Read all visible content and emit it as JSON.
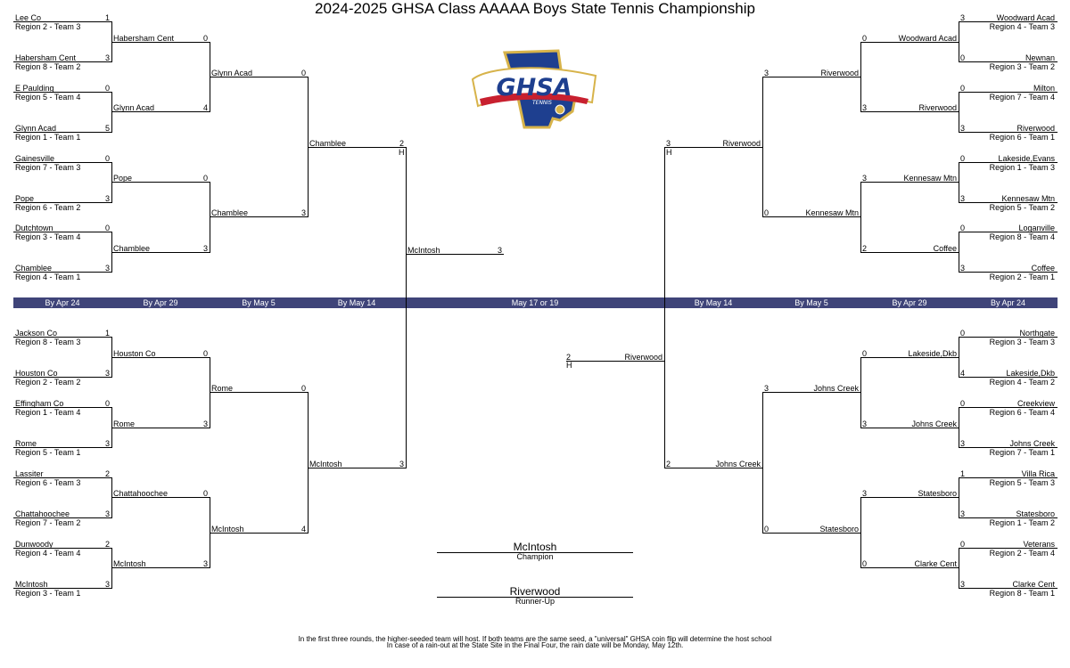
{
  "title": "2024-2025 GHSA Class AAAAA Boys State Tennis Championship",
  "logo": {
    "main": "GHSA",
    "sub": "TENNIS"
  },
  "rounds": [
    "By Apr 24",
    "By Apr 29",
    "By May 5",
    "By May 14",
    "May 17 or 19",
    "By May 14",
    "By May 5",
    "By Apr 29",
    "By Apr 24"
  ],
  "first_round": {
    "top_left": [
      {
        "name": "Lee Co",
        "region": "Region 2 -  Team 3",
        "score": "1"
      },
      {
        "name": "Habersham Cent",
        "region": "Region 8 -  Team 2",
        "score": "3"
      },
      {
        "name": "E Paulding",
        "region": "Region 5 -  Team 4",
        "score": "0"
      },
      {
        "name": "Glynn Acad",
        "region": "Region 1 -  Team 1",
        "score": "5"
      },
      {
        "name": "Gainesville",
        "region": "Region 7 -  Team 3",
        "score": "0"
      },
      {
        "name": "Pope",
        "region": "Region 6 -  Team 2",
        "score": "3"
      },
      {
        "name": "Dutchtown",
        "region": "Region 3 -  Team 4",
        "score": "0"
      },
      {
        "name": "Chamblee",
        "region": "Region 4 -  Team 1",
        "score": "3"
      }
    ],
    "bottom_left": [
      {
        "name": "Jackson Co",
        "region": "Region 8 -  Team 3",
        "score": "1"
      },
      {
        "name": "Houston Co",
        "region": "Region 2 -  Team 2",
        "score": "3"
      },
      {
        "name": "Effingham Co",
        "region": "Region 1 -  Team 4",
        "score": "0"
      },
      {
        "name": "Rome",
        "region": "Region 5 -  Team 1",
        "score": "3"
      },
      {
        "name": "Lassiter",
        "region": "Region 6 -  Team 3",
        "score": "2"
      },
      {
        "name": "Chattahoochee",
        "region": "Region 7 -  Team 2",
        "score": "3"
      },
      {
        "name": "Dunwoody",
        "region": "Region 4 -  Team 4",
        "score": "2"
      },
      {
        "name": "McIntosh",
        "region": "Region 3 -  Team 1",
        "score": "3"
      }
    ],
    "top_right": [
      {
        "name": "Woodward Acad",
        "region": "Region 4 -  Team 3",
        "score": "3"
      },
      {
        "name": "Newnan",
        "region": "Region 3 -  Team 2",
        "score": "0"
      },
      {
        "name": "Milton",
        "region": "Region 7 -  Team 4",
        "score": "0"
      },
      {
        "name": "Riverwood",
        "region": "Region 6 -  Team 1",
        "score": "3"
      },
      {
        "name": "Lakeside,Evans",
        "region": "Region 1 -  Team 3",
        "score": "0"
      },
      {
        "name": "Kennesaw Mtn",
        "region": "Region 5 -  Team 2",
        "score": "3"
      },
      {
        "name": "Loganville",
        "region": "Region 8 -  Team 4",
        "score": "0"
      },
      {
        "name": "Coffee",
        "region": "Region 2 -  Team 1",
        "score": "3"
      }
    ],
    "bottom_right": [
      {
        "name": "Northgate",
        "region": "Region 3 -  Team 3",
        "score": "0"
      },
      {
        "name": "Lakeside,Dkb",
        "region": "Region 4 -  Team 2",
        "score": "4"
      },
      {
        "name": "Creekview",
        "region": "Region 6 -  Team 4",
        "score": "0"
      },
      {
        "name": "Johns Creek",
        "region": "Region 7 -  Team 1",
        "score": "3"
      },
      {
        "name": "Villa Rica",
        "region": "Region 5 -  Team 3",
        "score": "1"
      },
      {
        "name": "Statesboro",
        "region": "Region 1 -  Team 2",
        "score": "3"
      },
      {
        "name": "Veterans",
        "region": "Region 2 -  Team 4",
        "score": "0"
      },
      {
        "name": "Clarke Cent",
        "region": "Region 8 -  Team 1",
        "score": "3"
      }
    ]
  },
  "second_round": {
    "top_left": [
      {
        "name": "Habersham Cent",
        "score": "0"
      },
      {
        "name": "Glynn Acad",
        "score": "4"
      },
      {
        "name": "Pope",
        "score": "0"
      },
      {
        "name": "Chamblee",
        "score": "3"
      }
    ],
    "bottom_left": [
      {
        "name": "Houston Co",
        "score": "0"
      },
      {
        "name": "Rome",
        "score": "3"
      },
      {
        "name": "Chattahoochee",
        "score": "0"
      },
      {
        "name": "McIntosh",
        "score": "3"
      }
    ],
    "top_right": [
      {
        "name": "Woodward Acad",
        "score": "0"
      },
      {
        "name": "Riverwood",
        "score": "3"
      },
      {
        "name": "Kennesaw Mtn",
        "score": "3"
      },
      {
        "name": "Coffee",
        "score": "2"
      }
    ],
    "bottom_right": [
      {
        "name": "Lakeside,Dkb",
        "score": "0"
      },
      {
        "name": "Johns Creek",
        "score": "3"
      },
      {
        "name": "Statesboro",
        "score": "3"
      },
      {
        "name": "Clarke Cent",
        "score": "0"
      }
    ]
  },
  "quarterfinals": {
    "top_left": [
      {
        "name": "Glynn Acad",
        "score": "0"
      },
      {
        "name": "Chamblee",
        "score": "3"
      }
    ],
    "bottom_left": [
      {
        "name": "Rome",
        "score": "0"
      },
      {
        "name": "McIntosh",
        "score": "4"
      }
    ],
    "top_right": [
      {
        "name": "Riverwood",
        "score": "3"
      },
      {
        "name": "Kennesaw Mtn",
        "score": "0"
      }
    ],
    "bottom_right": [
      {
        "name": "Johns Creek",
        "score": "3"
      },
      {
        "name": "Statesboro",
        "score": "0"
      }
    ]
  },
  "semifinals": {
    "left_top": {
      "name": "Chamblee",
      "score": "2",
      "host": "H"
    },
    "left_bottom": {
      "name": "McIntosh",
      "score": "3"
    },
    "right_top": {
      "name": "Riverwood",
      "score": "3",
      "host": "H"
    },
    "right_bottom": {
      "name": "Johns Creek",
      "score": "2"
    }
  },
  "finals": {
    "left": {
      "name": "McIntosh",
      "score": "3"
    },
    "right": {
      "name": "Riverwood",
      "score": "2",
      "host": "H"
    }
  },
  "champion": {
    "name": "McIntosh",
    "label": "Champion"
  },
  "runner_up": {
    "name": "Riverwood",
    "label": "Runner-Up"
  },
  "footnotes": [
    "In the first three rounds, the higher-seeded team will host.  If both teams are the same seed, a \"universal\" GHSA coin flip will determine the host school",
    "In case of a rain-out at the State Site in the Final Four, the rain date will be Monday, May 12th."
  ],
  "colors": {
    "band": "#3f4479",
    "logo_blue": "#1e3f8f",
    "logo_red": "#c8202f",
    "logo_gold": "#d7b34a"
  }
}
